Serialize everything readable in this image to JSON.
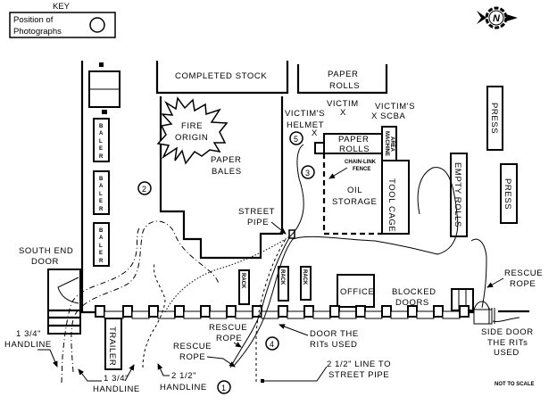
{
  "key": {
    "title": "KEY",
    "line1": "Position of",
    "line2": "Photographs"
  },
  "compass": {
    "label": "N"
  },
  "areas": {
    "completed_stock": "COMPLETED STOCK",
    "paper_rolls_top_1": "PAPER",
    "paper_rolls_top_2": "ROLLS",
    "fire_origin_1": "FIRE",
    "fire_origin_2": "ORIGIN",
    "paper_bales_1": "PAPER",
    "paper_bales_2": "BALES",
    "paper_rolls_mid_1": "PAPER",
    "paper_rolls_mid_2": "ROLLS",
    "machine_area_1": "MACHINE",
    "machine_area_2": "AREA",
    "chain_link_1": "CHAIN-LINK",
    "chain_link_2": "FENCE",
    "oil_storage_1": "OIL",
    "oil_storage_2": "STORAGE",
    "tool_cage": "TOOL CAGE",
    "empty_rolls": "EMPTY ROLLS",
    "press_1": "PRESS",
    "press_2": "PRESS",
    "baler": [
      "B",
      "A",
      "L",
      "E",
      "R"
    ],
    "rack": "RACK",
    "office": "OFFICE",
    "trailer": "TRAILER",
    "blocked_doors_1": "BLOCKED",
    "blocked_doors_2": "DOORS"
  },
  "victims": {
    "victim_1": "VICTIM",
    "victim_x": "X",
    "helmet_1": "VICTIM'S",
    "helmet_2": "HELMET",
    "helmet_x": "X",
    "scba_1": "VICTIM'S",
    "scba_2": "X SCBA"
  },
  "annotations": {
    "street_pipe_1": "STREET",
    "street_pipe_2": "PIPE",
    "south_end_1": "SOUTH END",
    "south_end_2": "DOOR",
    "handline_134_a_1": "1 3/4\"",
    "handline_134_a_2": "HANDLINE",
    "handline_134_b_1": "1 3/4\"",
    "handline_134_b_2": "HANDLINE",
    "handline_212_1": "2 1/2\"",
    "handline_212_2": "HANDLINE",
    "rescue_rope_a_1": "RESCUE",
    "rescue_rope_a_2": "ROPE",
    "rescue_rope_b_1": "RESCUE",
    "rescue_rope_b_2": "ROPE",
    "rescue_rope_c_1": "RESCUE",
    "rescue_rope_c_2": "ROPE",
    "door_rits_1": "DOOR THE",
    "door_rits_2": "RITs USED",
    "line_street_1": "2 1/2\" LINE TO",
    "line_street_2": "STREET PIPE",
    "side_door_1": "SIDE DOOR",
    "side_door_2": "THE RITs",
    "side_door_3": "USED",
    "not_to_scale": "NOT TO SCALE"
  },
  "photo_positions": [
    "1",
    "2",
    "3",
    "4",
    "5"
  ]
}
